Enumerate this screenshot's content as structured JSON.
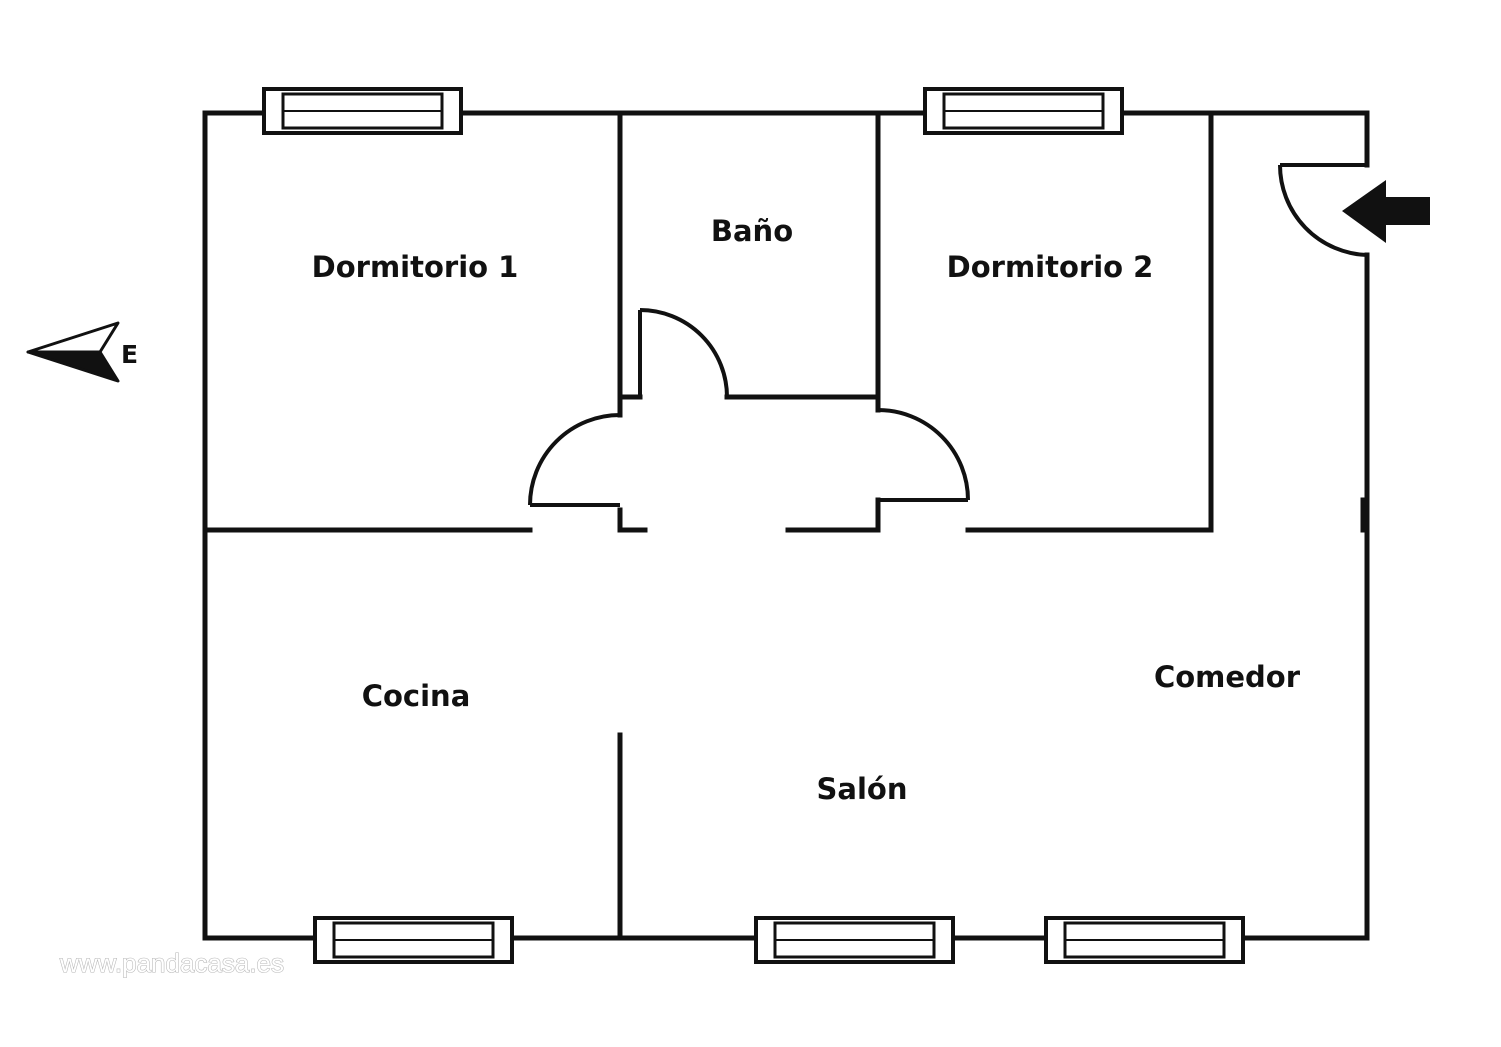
{
  "plan": {
    "rooms": {
      "dormitorio1": "Dormitorio 1",
      "bano": "Baño",
      "dormitorio2": "Dormitorio 2",
      "cocina": "Cocina",
      "comedor": "Comedor",
      "salon": "Salón"
    },
    "compass": {
      "direction": "E"
    },
    "watermark": "www.pandacasa.es",
    "colors": {
      "wall": "#111111",
      "background": "#ffffff",
      "watermark": "#b5b5b5"
    }
  }
}
